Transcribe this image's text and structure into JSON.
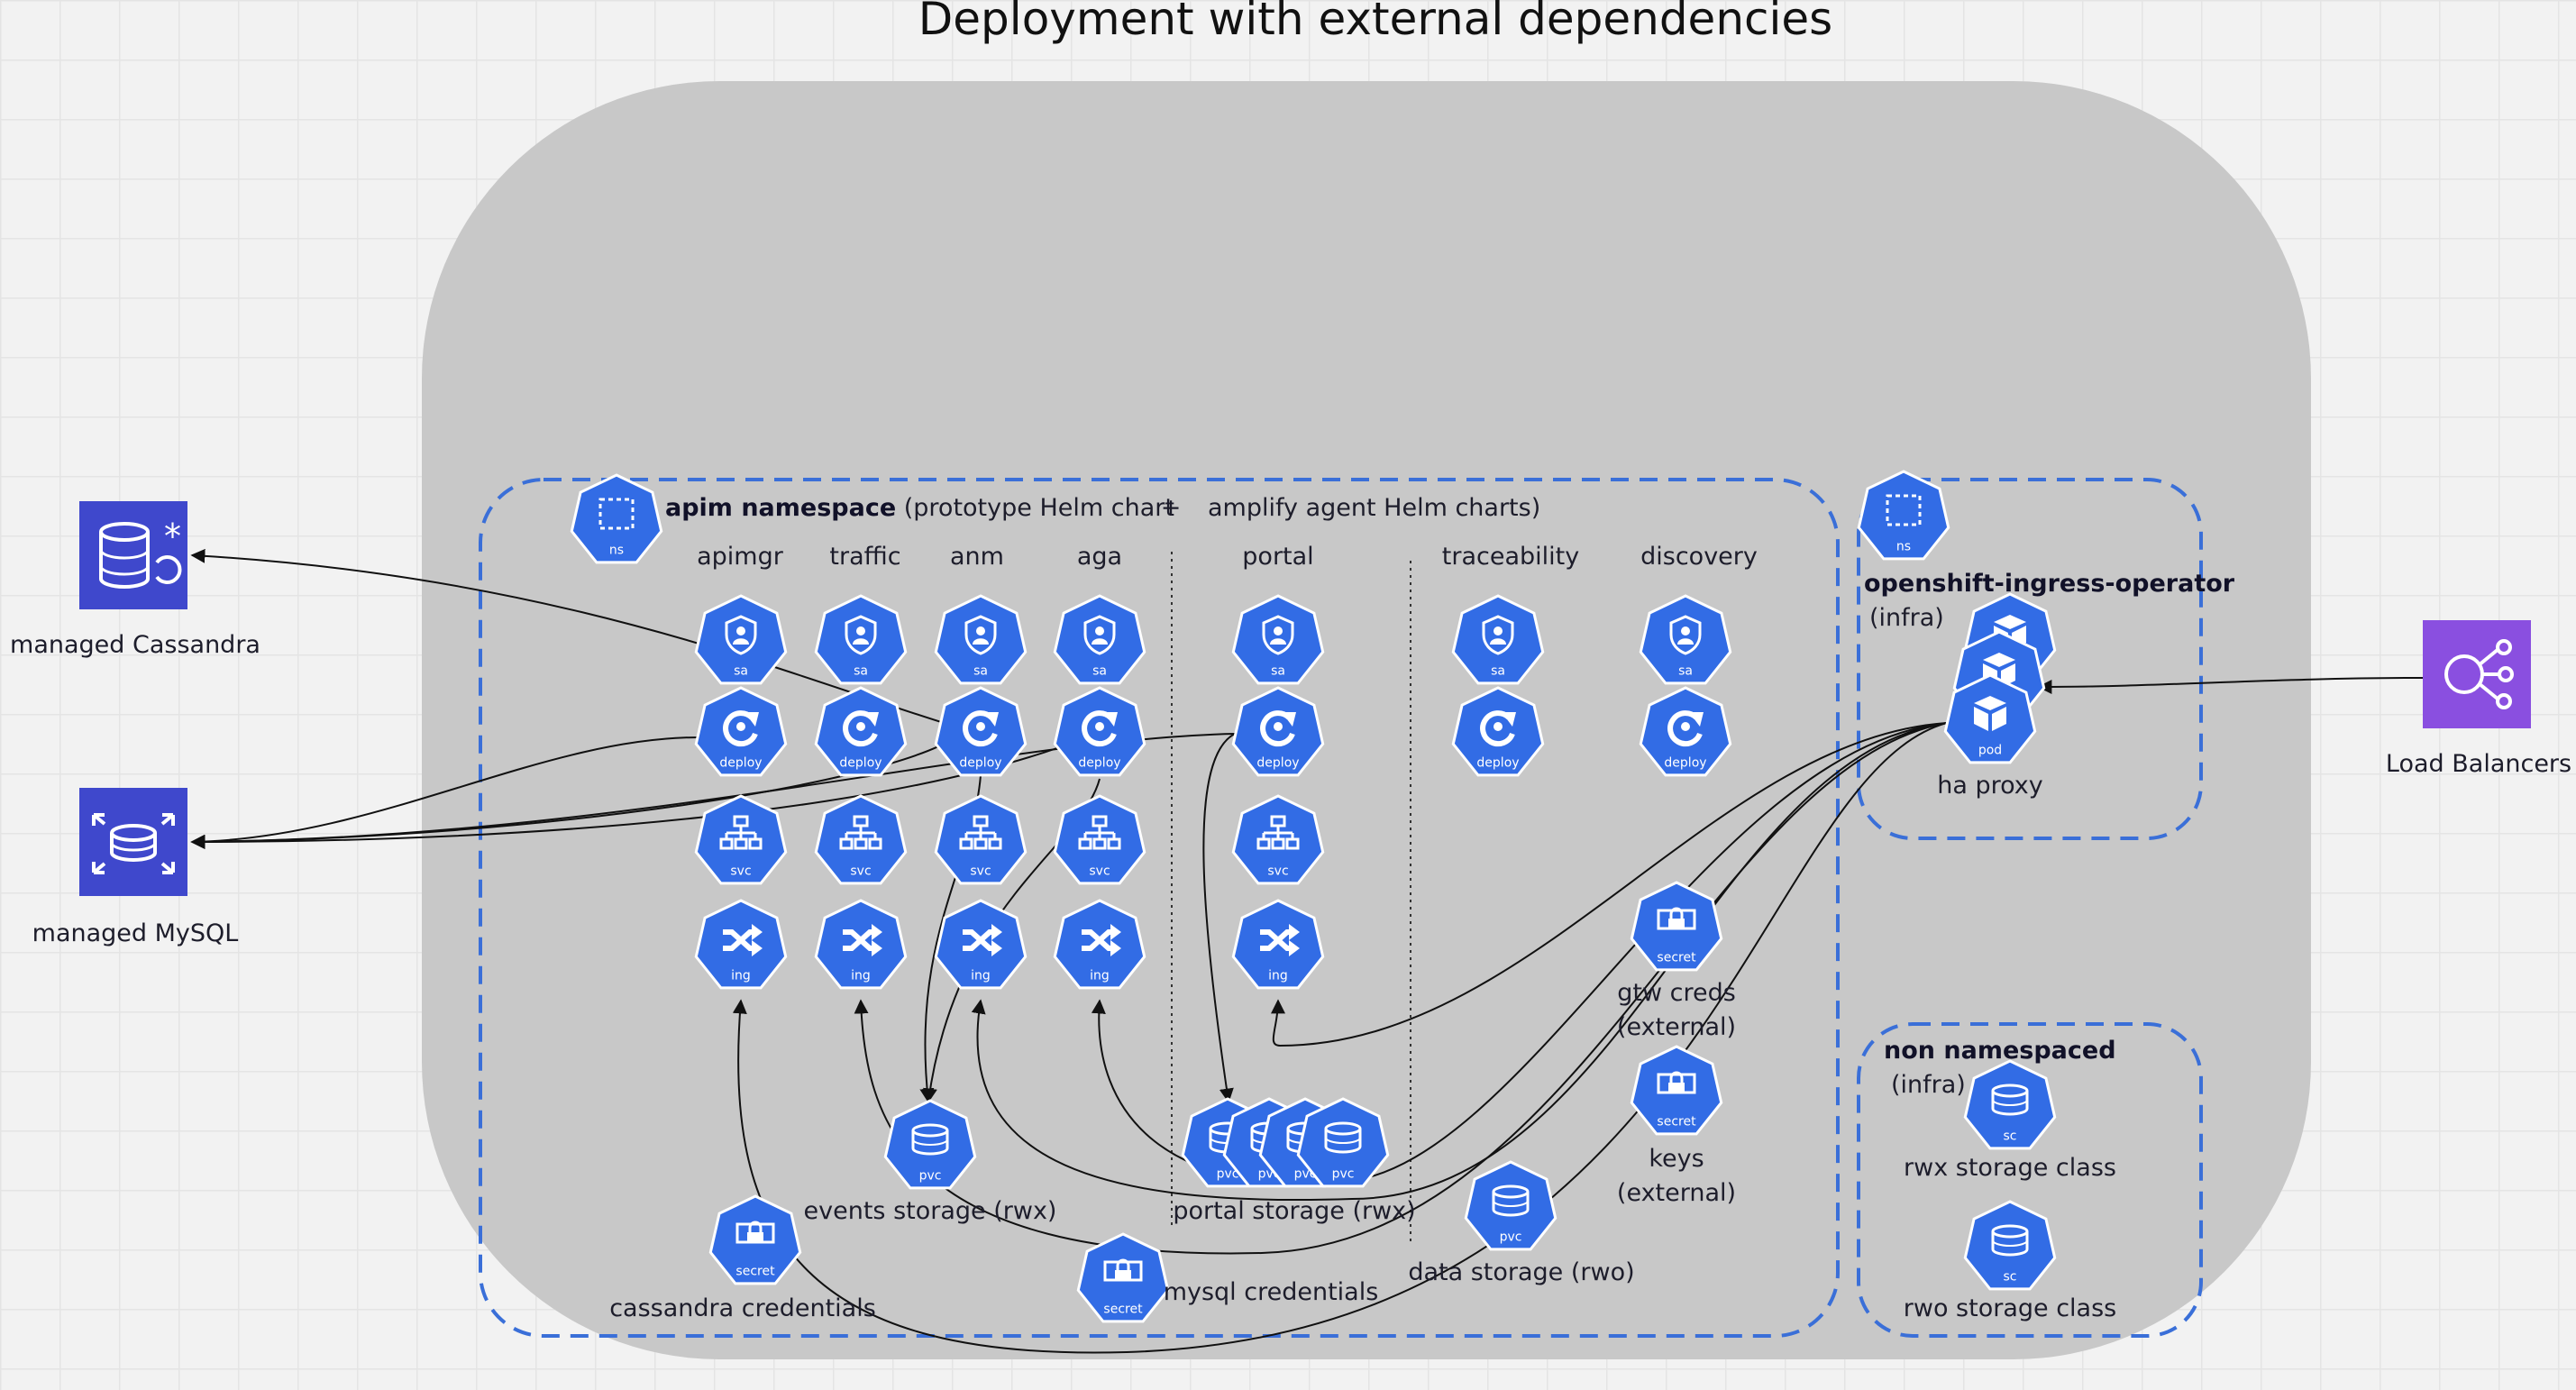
{
  "title": "Deployment with external dependencies",
  "colors": {
    "k8s_blue": "#326ce5",
    "cluster_bg": "#c8c8c8",
    "aws_db": "#3f48cc",
    "aws_lb": "#8a4fe0",
    "dashed_border": "#3a6fd8"
  },
  "apim_namespace": {
    "title_bold": "apim namespace",
    "title_rest": " (prototype Helm chart",
    "plus": "+",
    "agent_charts": "amplify agent Helm charts)",
    "icon": "ns",
    "columns": [
      "apimgr",
      "traffic",
      "anm",
      "aga",
      "portal",
      "traceability",
      "discovery"
    ]
  },
  "icon_tags": {
    "ns": "ns",
    "sa": "sa",
    "deploy": "deploy",
    "svc": "svc",
    "ing": "ing",
    "secret": "secret",
    "pvc": "pvc",
    "pod": "pod",
    "sc": "sc"
  },
  "secrets": {
    "gtw_creds": [
      "gtw creds",
      "(external)"
    ],
    "keys": [
      "keys",
      "(external)"
    ],
    "cassandra": "cassandra credentials",
    "mysql": "mysql credentials"
  },
  "storage": {
    "events": "events storage (rwx)",
    "portal": "portal storage (rwx)",
    "data": "data storage (rwo)"
  },
  "ingress_ns": {
    "title": "openshift-ingress-operator",
    "subtitle": "(infra)",
    "pod_label": "ha proxy"
  },
  "non_ns": {
    "title": "non namespaced",
    "subtitle": "(infra)",
    "rwx": "rwx storage class",
    "rwo": "rwo storage class"
  },
  "external": {
    "cassandra": "managed Cassandra",
    "mysql": "managed MySQL",
    "lb": "Load Balancers"
  }
}
